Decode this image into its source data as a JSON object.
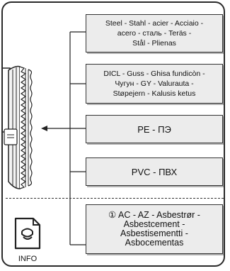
{
  "materials": [
    {
      "id": "steel",
      "lines": [
        "Steel - Stahl - acier - Acciaio -",
        "acero - сталь - Teräs -",
        "Stål - Plienas"
      ]
    },
    {
      "id": "dicl",
      "lines": [
        "DICL - Guss - Ghisa fundicòn -",
        "Чугун - GY - Valurauta -",
        "Støpejern - Kalusis ketus"
      ]
    },
    {
      "id": "pe",
      "lines": [
        "PE - ПЭ"
      ]
    },
    {
      "id": "pvc",
      "lines": [
        "PVC - ПВХ"
      ]
    },
    {
      "id": "asbestos",
      "lines": [
        "① AC - AZ - Asbestrør -",
        "Asbestcement -",
        "Asbestisementti -",
        "Asbocementas"
      ]
    }
  ],
  "info": {
    "label": "INFO"
  },
  "colors": {
    "box_fill": "#ececec",
    "outline": "#2a2a2a",
    "shadow": "#b0b0b0"
  }
}
